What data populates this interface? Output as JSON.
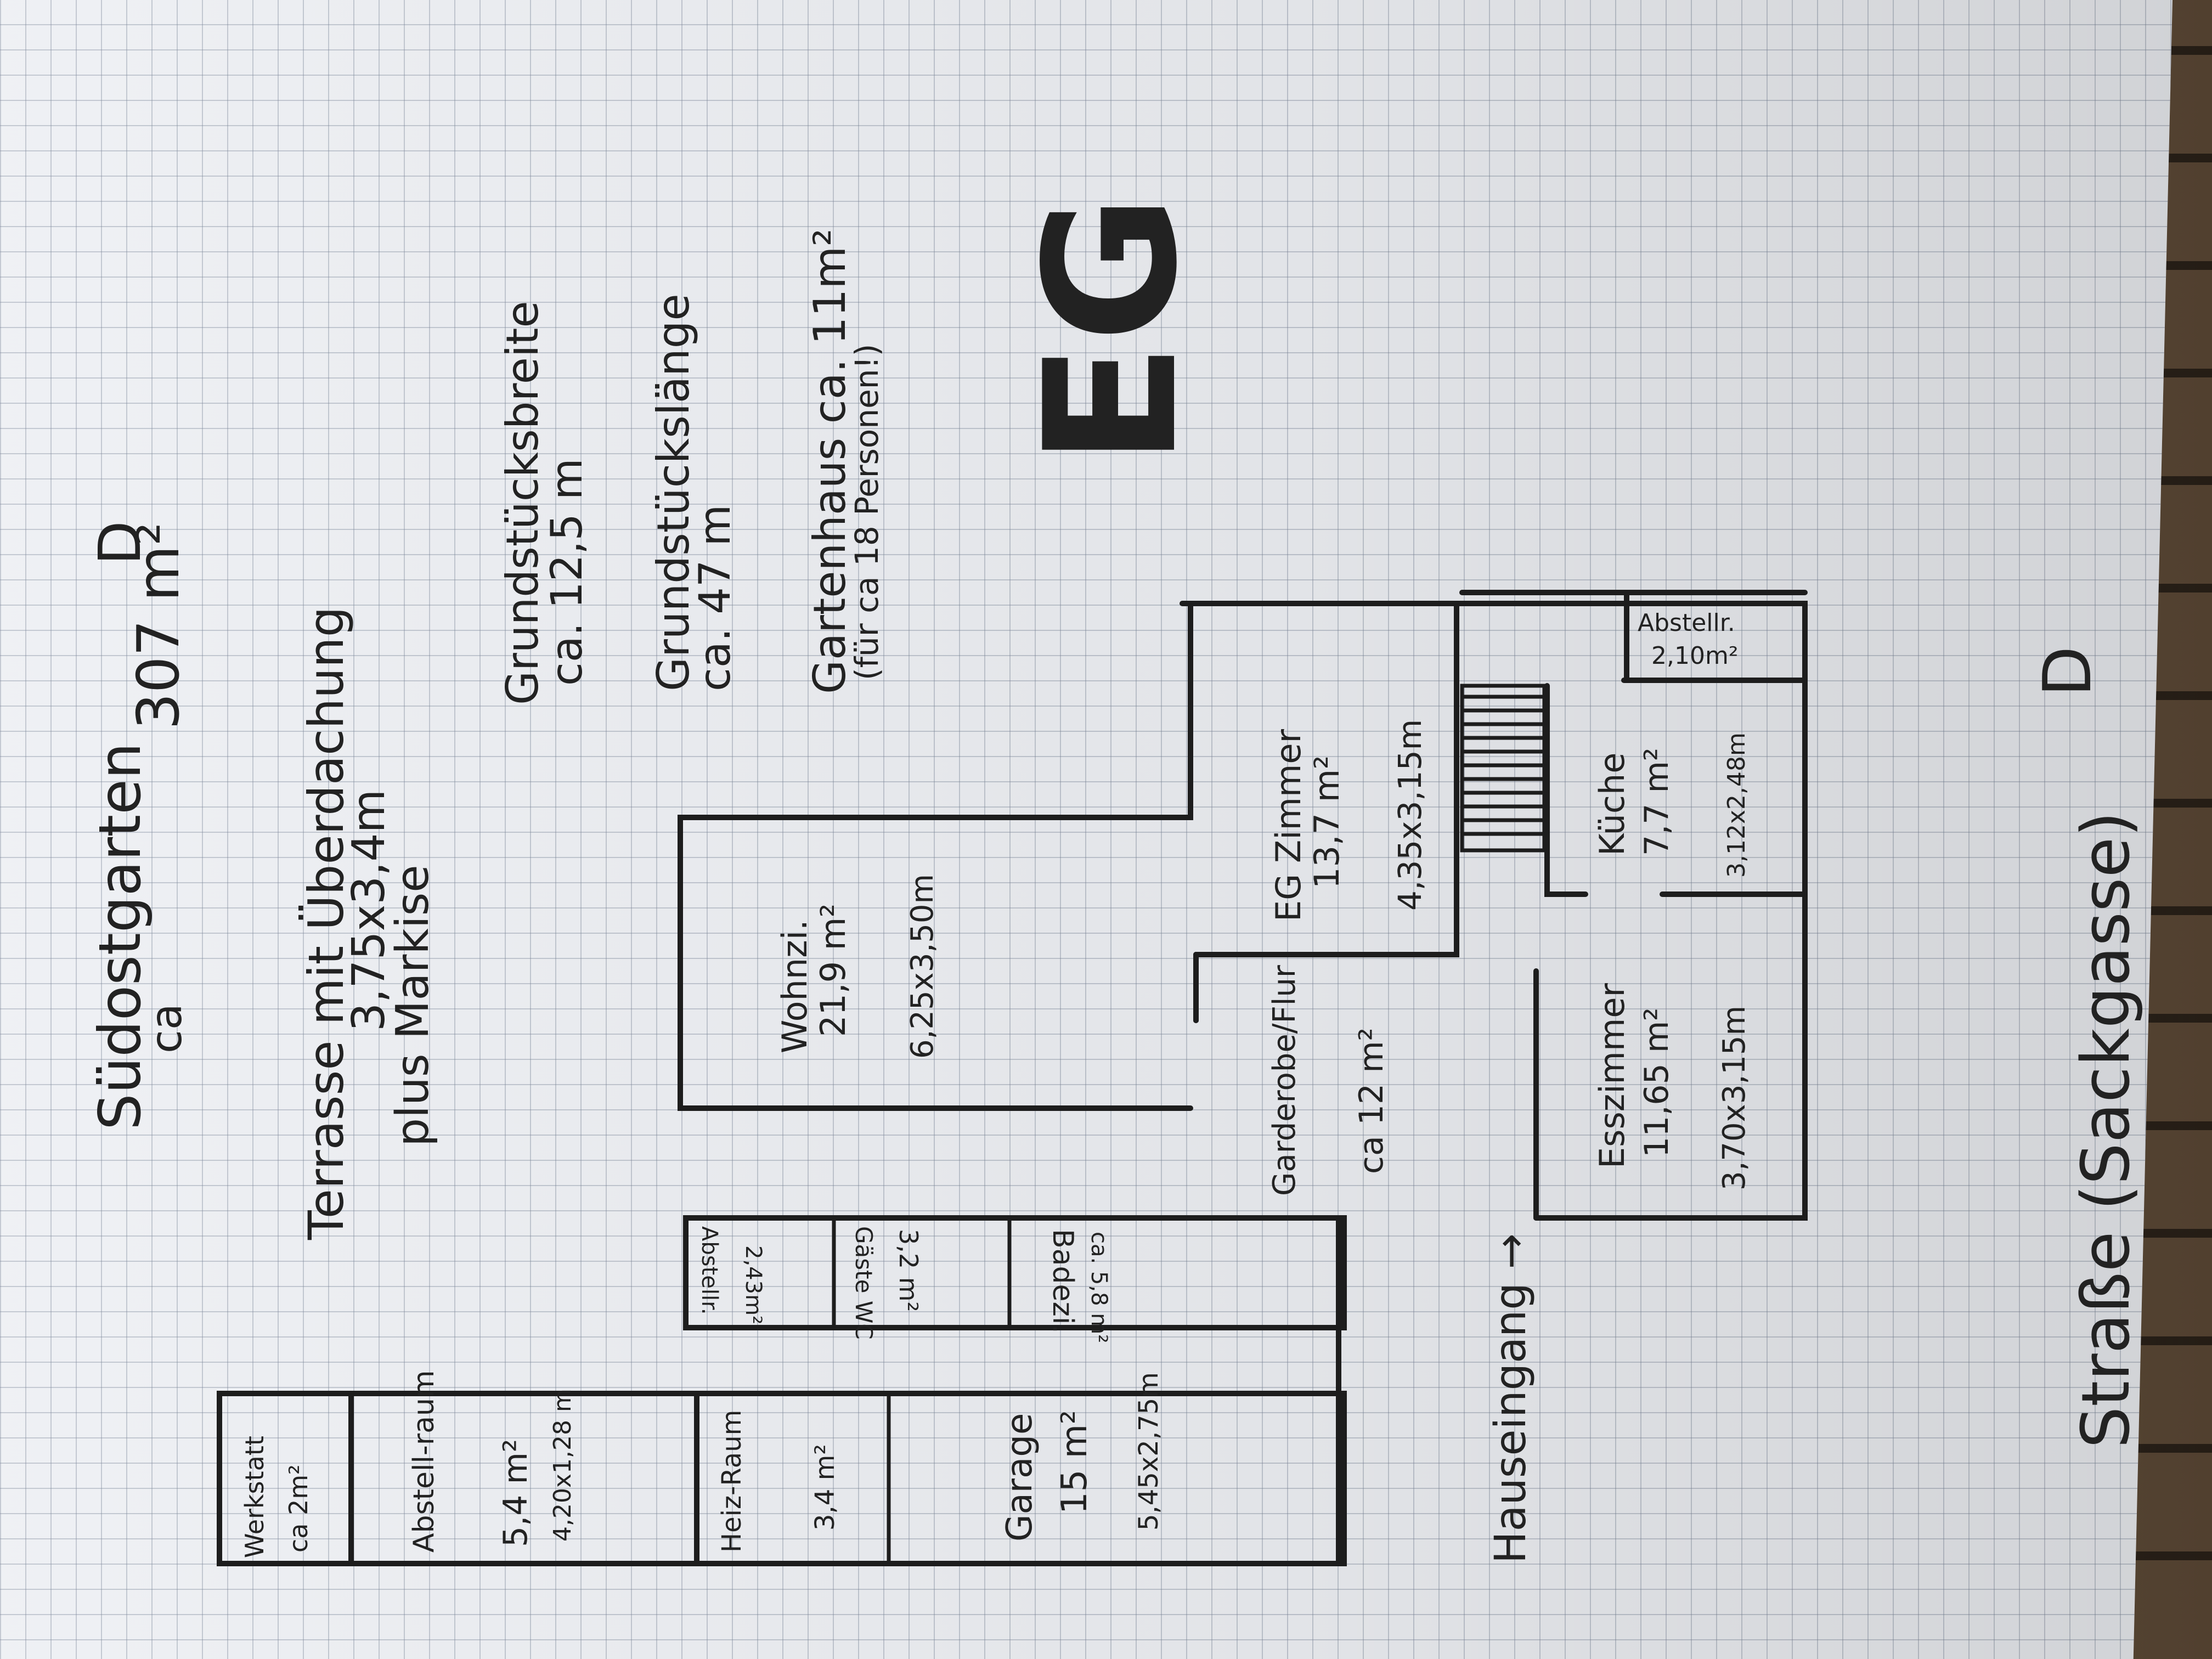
{
  "notes": {
    "garden_title": "Südostgarten",
    "garden_ca": "ca",
    "garden_area": "307 m²",
    "garden_mark": "D",
    "terrace_line1": "Terrasse mit Überdachung",
    "terrace_line2": "3,75x3,4m",
    "terrace_line3": "plus Markise",
    "plot_width_label": "Grundstücksbreite",
    "plot_width_value": "ca. 12,5 m",
    "plot_length_label": "Grundstückslänge",
    "plot_length_value": "ca. 47 m",
    "gardenhouse_line1": "Gartenhaus ca. 11m²",
    "gardenhouse_line2": "(für ca 18 Personen!)",
    "floor_label": "EG",
    "street_label": "Straße (Sackgasse)",
    "street_mark": "D",
    "entrance_label": "Hauseingang →"
  },
  "rooms": {
    "werkstatt": {
      "name": "Werkstatt",
      "area": "ca 2m²"
    },
    "abstellraum": {
      "name": "Abstell-raum",
      "area": "5,4 m²",
      "size": "4,20x1,28 m"
    },
    "heizraum": {
      "name": "Heiz-Raum",
      "area": "3,4 m²"
    },
    "garage": {
      "name": "Garage",
      "area": "15 m²",
      "size": "5,45x2,75m"
    },
    "abstellr_small": {
      "name": "Abstellr.",
      "area": "2,43m²"
    },
    "gaeste_wc": {
      "name": "Gäste WC",
      "area": "3,2 m²"
    },
    "badezimmer": {
      "name": "Badezi.",
      "area": "ca. 5,8 m²"
    },
    "wohnzimmer": {
      "name": "Wohnzi.",
      "area": "21,9 m²",
      "size": "6,25x3,50m"
    },
    "garderobe": {
      "name": "Garderobe/Flur",
      "area": "ca 12 m²"
    },
    "eg_zimmer": {
      "name": "EG Zimmer",
      "area": "13,7 m²",
      "size": "4,35x3,15m"
    },
    "abstellr_upper": {
      "name": "Abstellr.",
      "area": "2,10m²"
    },
    "kueche": {
      "name": "Küche",
      "area": "7,7 m²",
      "size": "3,12x2,48m"
    },
    "esszimmer": {
      "name": "Esszimmer",
      "area": "11,65 m²",
      "size": "3,70x3,15m"
    }
  }
}
